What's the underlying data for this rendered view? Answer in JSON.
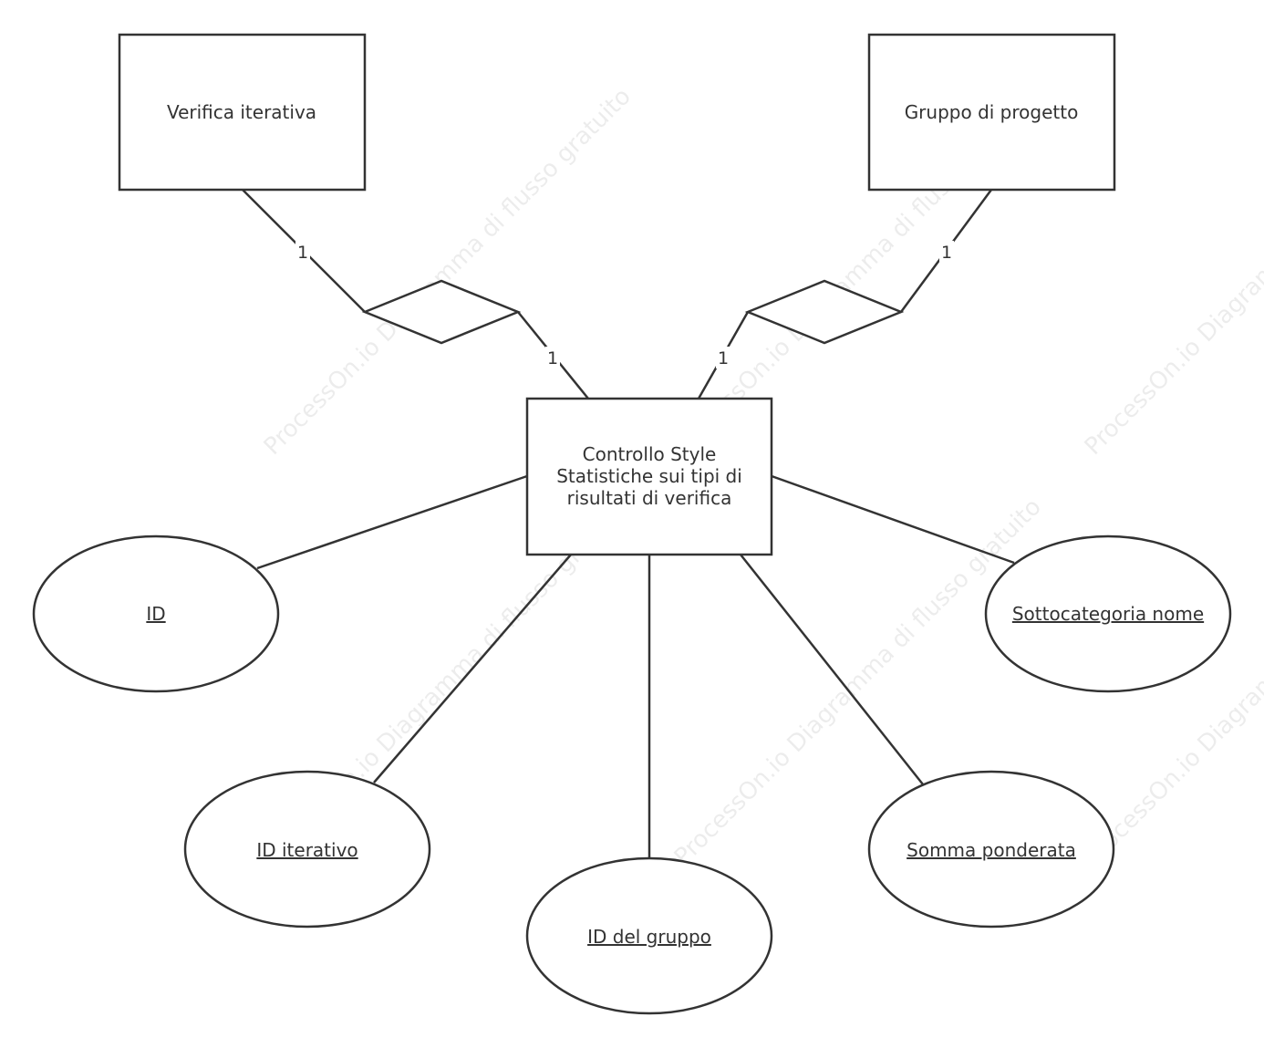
{
  "watermark": "ProcessOn.io Diagramma di flusso gratuito",
  "entities": {
    "verifica": "Verifica iterativa",
    "gruppo": "Gruppo di progetto",
    "controllo": [
      "Controllo Style",
      "Statistiche sui tipi di",
      "risultati di verifica"
    ]
  },
  "cardinalities": {
    "verifica_rel": "1",
    "rel_controllo_left": "1",
    "rel_controllo_right": "1",
    "gruppo_rel": "1"
  },
  "attributes": {
    "id": "ID",
    "id_iterativo": "ID iterativo",
    "id_gruppo": "ID del gruppo",
    "somma": "Somma ponderata",
    "sottocategoria": "Sottocategoria nome"
  },
  "colors": {
    "stroke": "#333333",
    "background": "#ffffff"
  }
}
